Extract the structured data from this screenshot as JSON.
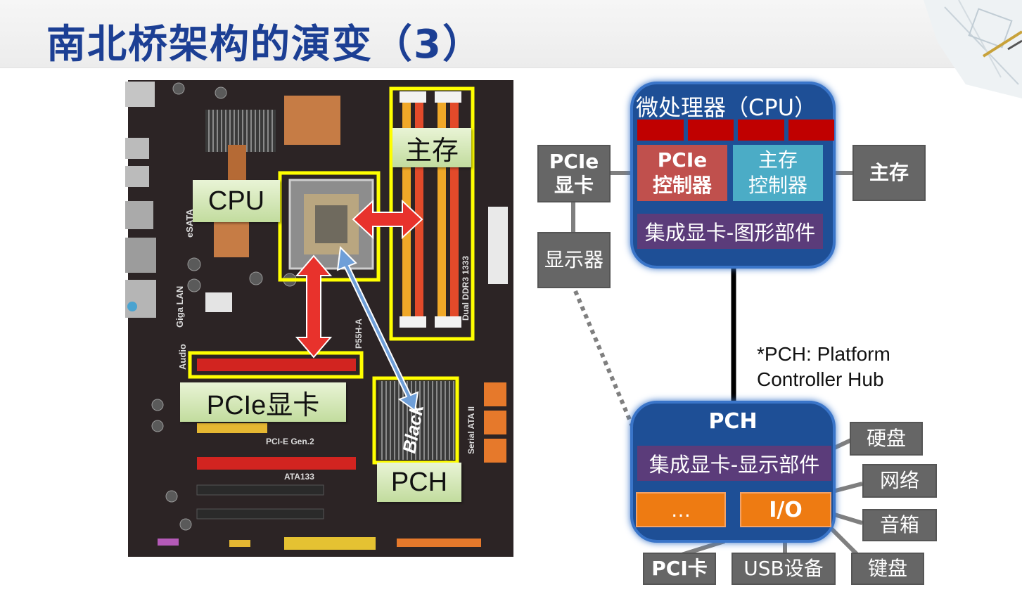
{
  "slide": {
    "title": "南北桥架构的演变（3）"
  },
  "photo_labels": {
    "cpu": "CPU",
    "memory": "主存",
    "pcie_card": "PCIe显卡",
    "pch": "PCH"
  },
  "board_print": {
    "esata": "eSATA",
    "giga_lan": "Giga LAN",
    "audio": "Audio",
    "dual_ddr3": "Dual DDR3 1333",
    "serial_ata": "Serial ATA II",
    "pcie_gen2": "PCI-E Gen.2",
    "ata133": "ATA133",
    "model": "P55H-A",
    "heatsink": "Black"
  },
  "diagram": {
    "cpu_title": "微处理器（CPU）",
    "pcie_controller": "PCIe\n控制器",
    "memory_controller": "主存\n控制器",
    "cpu_igpu": "集成显卡-图形部件",
    "pcie_card": "PCIe\n显卡",
    "monitor": "显示器",
    "main_memory": "主存",
    "pch_note": "*PCH: Platform\nController Hub",
    "pch_title": "PCH",
    "pch_igpu": "集成显卡-显示部件",
    "dots": "…",
    "io": "I/O",
    "hdd": "硬盘",
    "network": "网络",
    "speaker": "音箱",
    "keyboard": "键盘",
    "pci_card": "PCI卡",
    "usb_device": "USB设备"
  },
  "colors": {
    "title": "#1c3f94",
    "chip_fill": "#1e4f96",
    "chip_border": "#3a75c9",
    "pcie_ctrl": "#c0504d",
    "mem_ctrl": "#4bacc6",
    "igpu": "#5b3c7a",
    "io_orange": "#ee7b12",
    "gray_box": "#666666",
    "highlight": "#ffff00",
    "arrow_red": "#e8322c",
    "arrow_blue": "#6f9fd8"
  }
}
